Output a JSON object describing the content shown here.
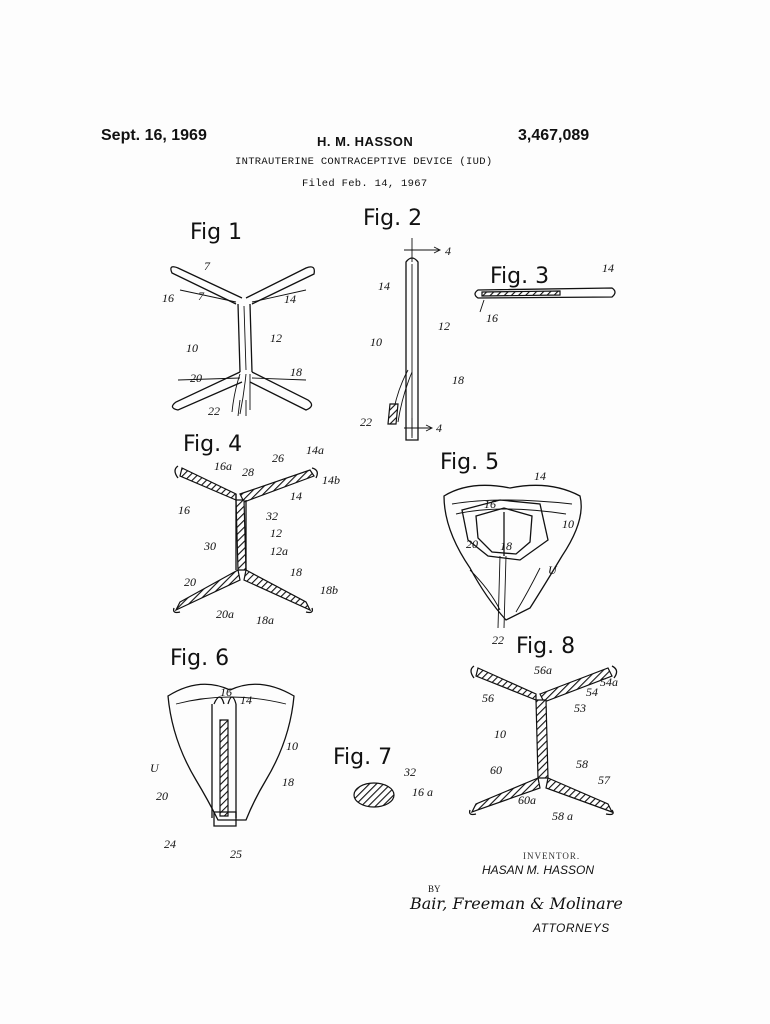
{
  "header": {
    "date": "Sept. 16, 1969",
    "inventor_short": "H. M. HASSON",
    "patent_number": "3,467,089",
    "title": "INTRAUTERINE CONTRACEPTIVE DEVICE (IUD)",
    "filed": "Filed Feb. 14, 1967"
  },
  "figures": {
    "fig1": {
      "label": "Fig 1",
      "refs": [
        "7",
        "7",
        "16",
        "14",
        "10",
        "12",
        "20",
        "18",
        "22"
      ]
    },
    "fig2": {
      "label": "Fig. 2",
      "refs": [
        "4",
        "14",
        "10",
        "12",
        "18",
        "22",
        "4"
      ]
    },
    "fig3": {
      "label": "Fig. 3",
      "refs": [
        "14",
        "16"
      ]
    },
    "fig4": {
      "label": "Fig. 4",
      "refs": [
        "14a",
        "16a",
        "28",
        "26",
        "14b",
        "14",
        "16",
        "32",
        "12",
        "30",
        "12a",
        "20",
        "18",
        "18b",
        "20a",
        "18a"
      ]
    },
    "fig5": {
      "label": "Fig. 5",
      "refs": [
        "14",
        "16",
        "10",
        "20",
        "18",
        "U",
        "22"
      ]
    },
    "fig6": {
      "label": "Fig. 6",
      "refs": [
        "16",
        "14",
        "10",
        "U",
        "18",
        "20",
        "24",
        "25"
      ]
    },
    "fig7": {
      "label": "Fig. 7",
      "refs": [
        "32",
        "16 a"
      ]
    },
    "fig8": {
      "label": "Fig. 8",
      "refs": [
        "56a",
        "54a",
        "56",
        "54",
        "53",
        "10",
        "60",
        "58",
        "57",
        "60a",
        "58 a"
      ]
    }
  },
  "footer": {
    "inventor_caption": "INVENTOR.",
    "inventor_name": "HASAN M. HASSON",
    "by": "BY",
    "signature": "Bair, Freeman & Molinare",
    "attorneys": "ATTORNEYS"
  }
}
